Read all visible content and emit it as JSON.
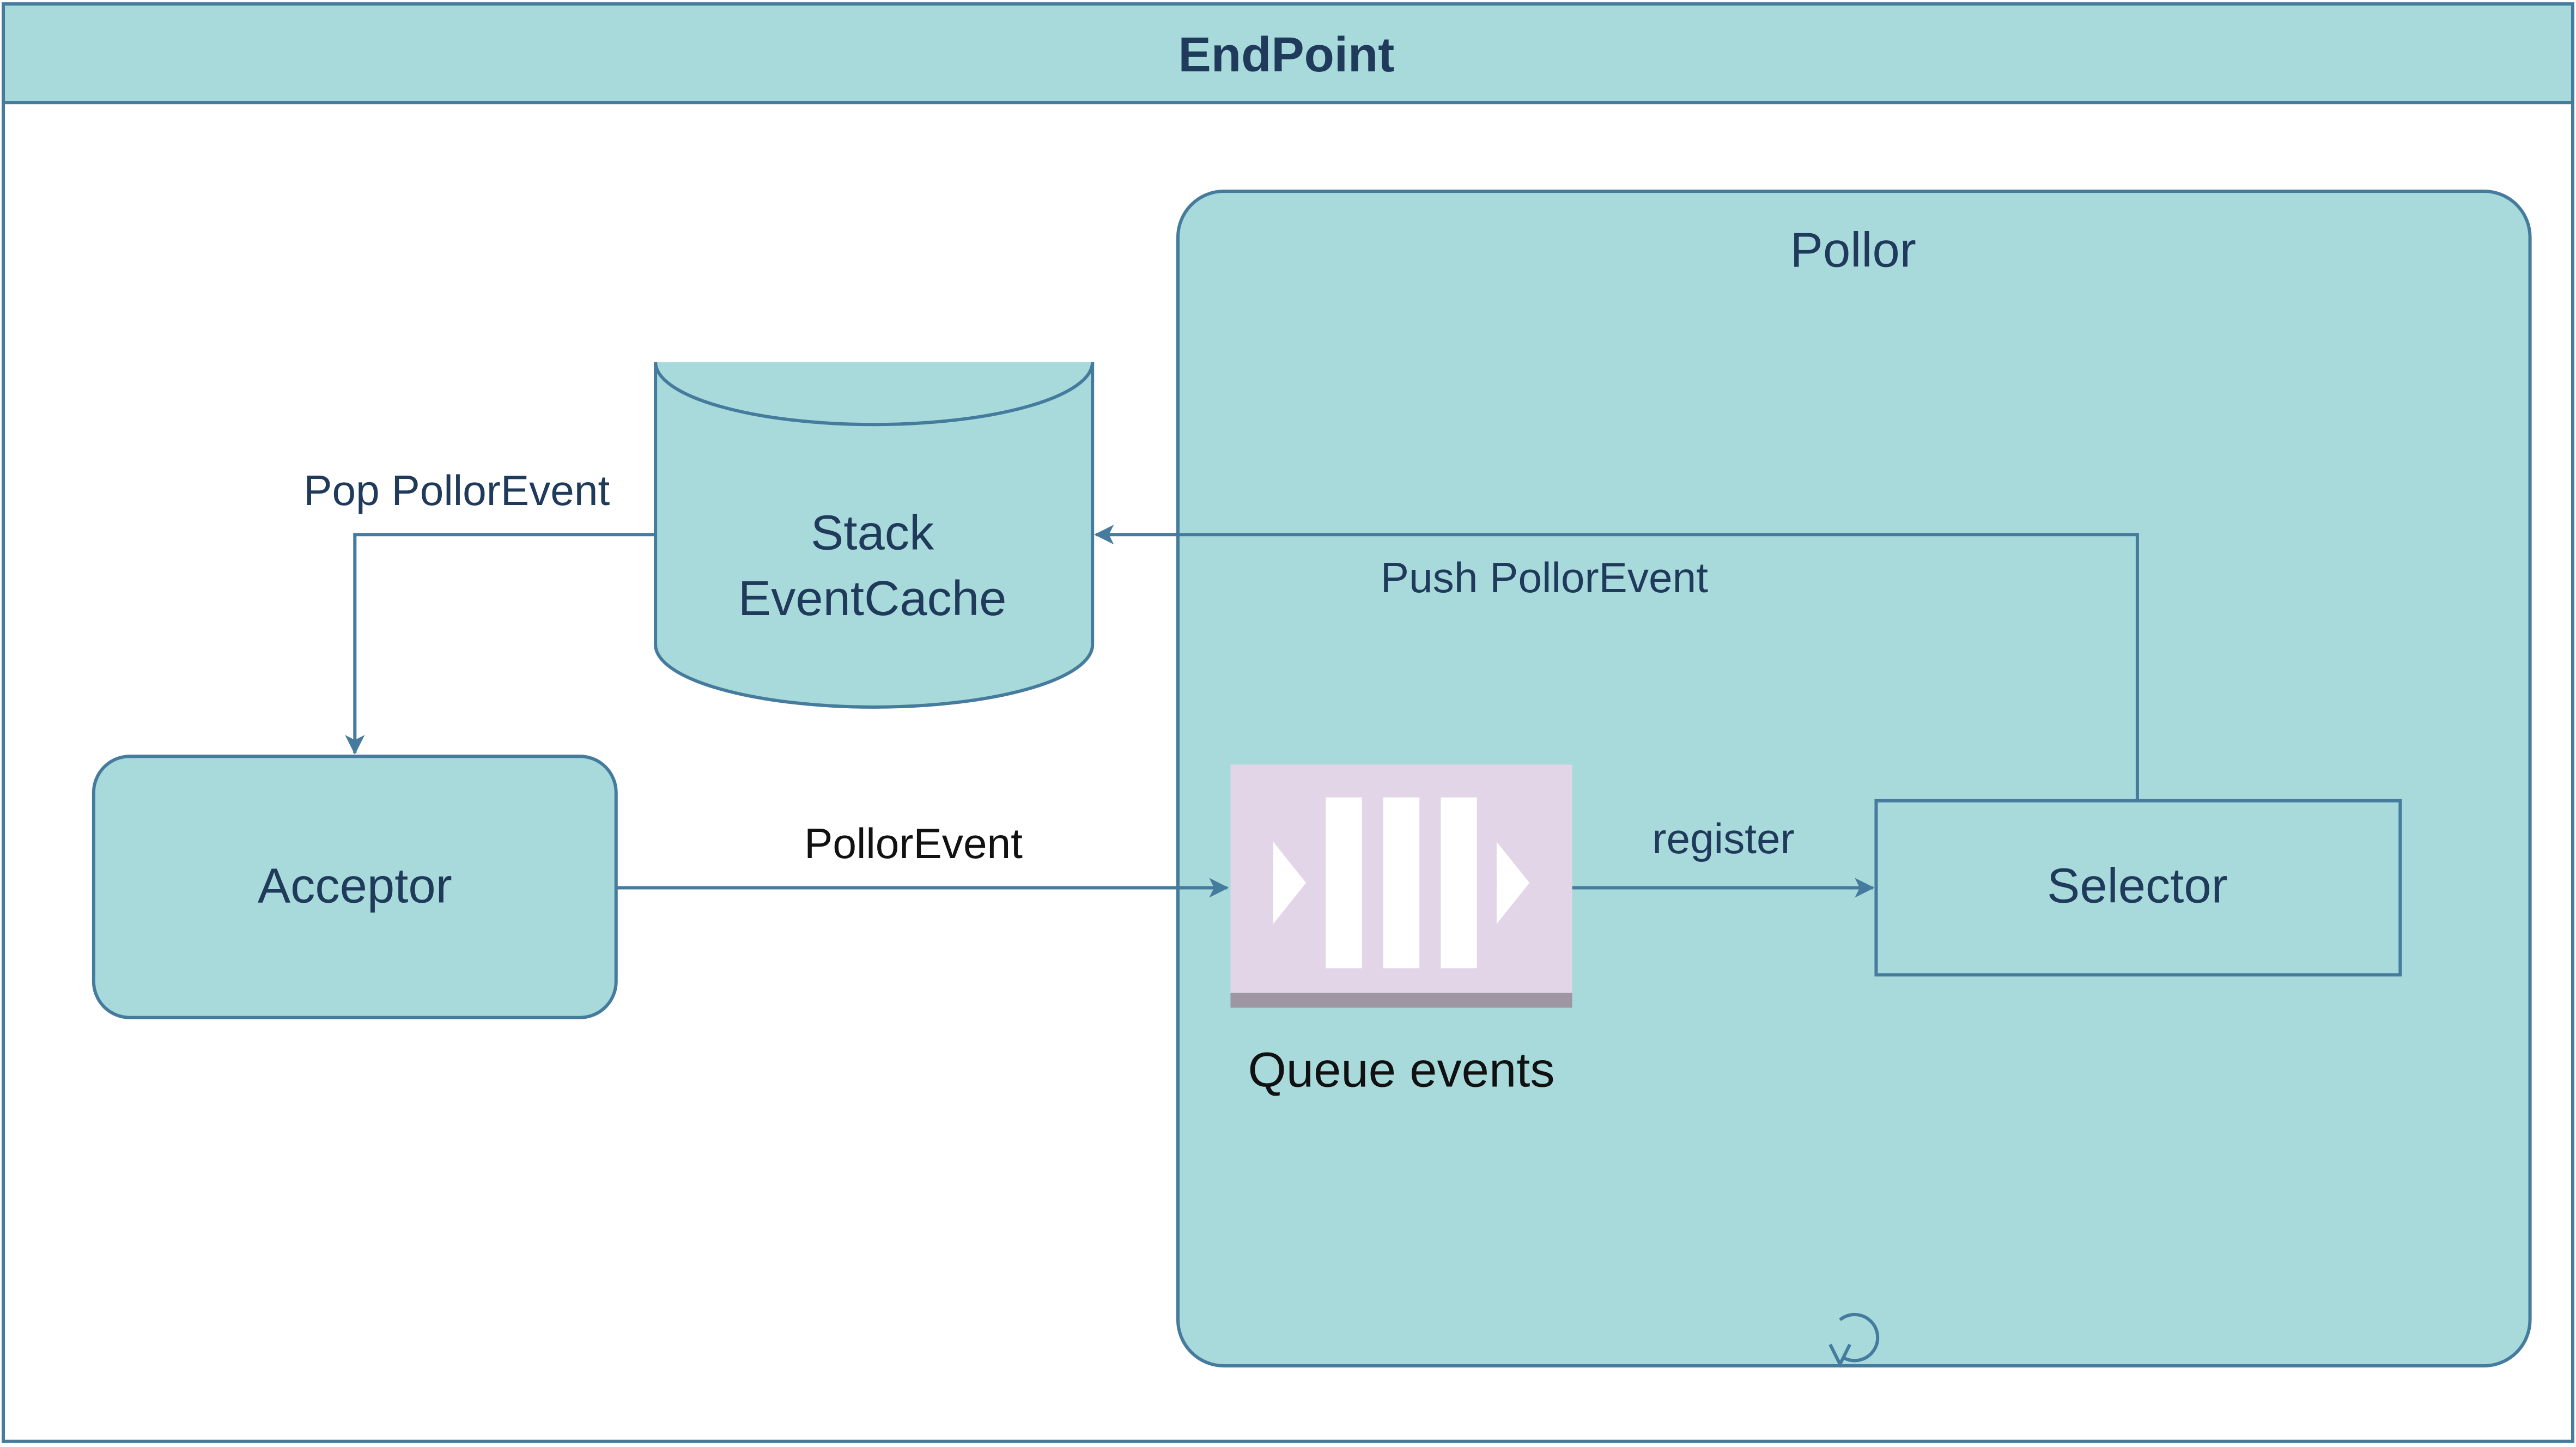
{
  "container": {
    "title": "EndPoint"
  },
  "pollor": {
    "title": "Pollor"
  },
  "cache": {
    "line1": "Stack",
    "line2": "EventCache"
  },
  "acceptor": {
    "label": "Acceptor"
  },
  "queue": {
    "label": "Queue events"
  },
  "selector": {
    "label": "Selector"
  },
  "edges": {
    "pop": "Pop PollorEvent",
    "push": "Push PollorEvent",
    "event": "PollorEvent",
    "register": "register"
  },
  "colors": {
    "fill": "#a8dadc",
    "stroke": "#457b9d",
    "text": "#1d3557",
    "queue_fill": "#e1d5e7",
    "queue_bar": "#9e97a3"
  }
}
